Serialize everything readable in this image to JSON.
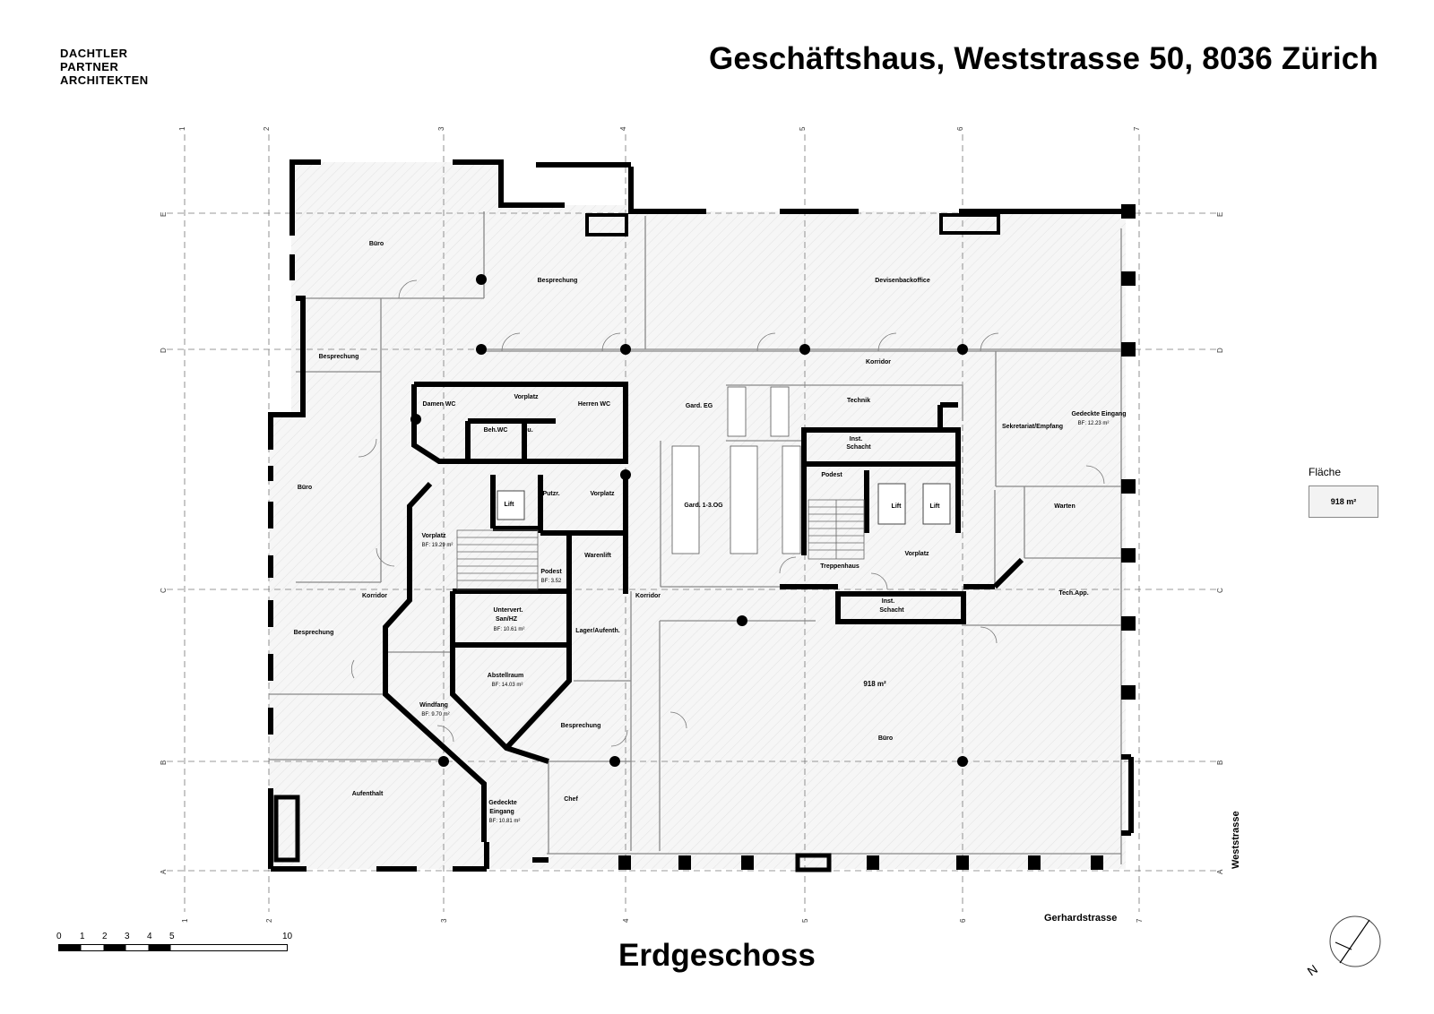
{
  "firm": [
    "DACHTLER",
    "PARTNER",
    "ARCHITEKTEN"
  ],
  "title": "Geschäftshaus, Weststrasse 50, 8036 Zürich",
  "subtitle": "Erdgeschoss",
  "legend": {
    "label": "Fläche",
    "value": "918 m²"
  },
  "scale": {
    "ticks": [
      "0",
      "1",
      "2",
      "3",
      "4",
      "5",
      "10"
    ]
  },
  "grid": {
    "columns": [
      "1",
      "2",
      "3",
      "4",
      "5",
      "6",
      "7"
    ],
    "rows": [
      "E",
      "D",
      "C",
      "B",
      "A"
    ]
  },
  "streets": {
    "east": "Weststrasse",
    "south": "Gerhardstrasse"
  },
  "north_label": "N",
  "rooms": {
    "buero_nw": "Büro",
    "besprechung_n": "Besprechung",
    "devisen": "Devisenbackoffice",
    "korridor_n": "Korridor",
    "besprechung_w1": "Besprechung",
    "damen_wc": "Damen WC",
    "vorplatz_wc": "Vorplatz",
    "herren_wc": "Herren WC",
    "beh_wc": "Beh.WC",
    "du": "Du.",
    "gard_eg": "Gard. EG",
    "technik": "Technik",
    "inst_schacht_1a": "Inst.",
    "inst_schacht_1b": "Schacht",
    "sekretariat": "Sekretariat/Empfang",
    "gedeckte_eingang_e": "Gedeckte Eingang",
    "gedeckte_eingang_e_bf": "BF: 12.23 m²",
    "buero_w": "Büro",
    "lift1": "Lift",
    "putzr": "Putzr.",
    "vorplatz_2": "Vorplatz",
    "gard_og": "Gard. 1-3.OG",
    "podest_1": "Podest",
    "lift2": "Lift",
    "lift3": "Lift",
    "warten": "Warten",
    "vorplatz_3": "Vorplatz",
    "vorplatz_3_bf": "BF: 19.29 m²",
    "podest_2": "Podest",
    "podest_2_bf": "BF: 3.52",
    "warenlift": "Warenlift",
    "vorplatz_4": "Vorplatz",
    "treppenhaus": "Treppenhaus",
    "korridor_w": "Korridor",
    "korridor_c": "Korridor",
    "inst_schacht_2a": "Inst.",
    "inst_schacht_2b": "Schacht",
    "tech_app": "Tech.App.",
    "besprechung_w2": "Besprechung",
    "untervert_a": "Untervert.",
    "untervert_b": "San/HZ",
    "untervert_bf": "BF: 10.61 m²",
    "lager": "Lager/Aufenth.",
    "abstellraum": "Abstellraum",
    "abstellraum_bf": "BF: 14.03 m²",
    "area_main": "918 m²",
    "windfang": "Windfang",
    "windfang_bf": "BF: 9.70 m²",
    "besprechung_s": "Besprechung",
    "buero_main": "Büro",
    "aufenthalt": "Aufenthalt",
    "gedeckte_s_a": "Gedeckte",
    "gedeckte_s_b": "Eingang",
    "gedeckte_s_bf": "BF: 10.81 m²",
    "chef": "Chef"
  }
}
